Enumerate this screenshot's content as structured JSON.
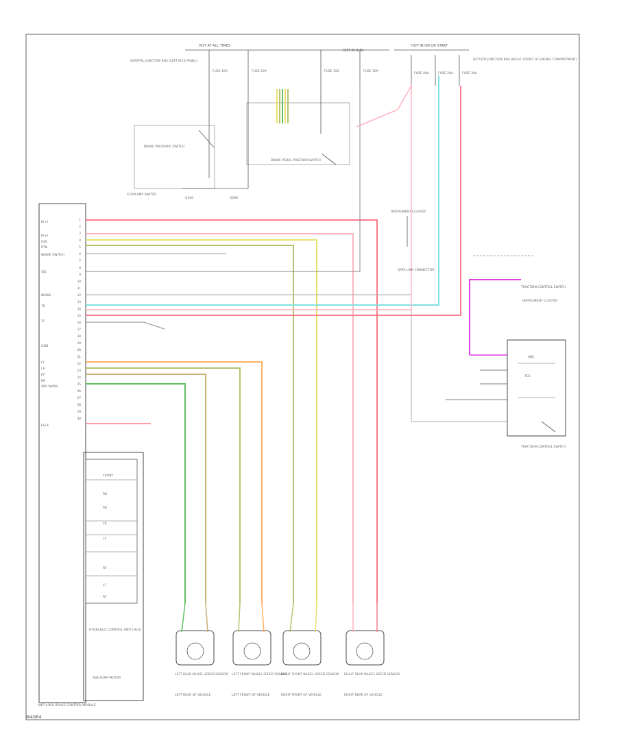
{
  "diagram": {
    "fuse_blocks": {
      "left_header": "HOT AT ALL TIMES",
      "mid_header": "HOT IN RUN",
      "right_header": "HOT IN ON OR START",
      "left_desc": "CENTRAL JUNCTION BOX (LEFT KICK PANEL)",
      "right_desc": "BATTERY JUNCTION BOX (RIGHT FRONT OF ENGINE COMPARTMENT)",
      "fuses": [
        "FUSE 10A",
        "FUSE 20A",
        "FUSE 15A",
        "FUSE 10A",
        "FUSE 40A",
        "FUSE 20A",
        "FUSE 30A"
      ]
    },
    "relays": {
      "left_relay": "BRAKE PRESSURE SWITCH",
      "mid_relay": "BRAKE PEDAL POSITION SWITCH",
      "stop_lamp_switch": "STOPLAMP SWITCH",
      "g100": "G100",
      "g200": "G200"
    },
    "abs_module": {
      "title": "ANTI-LOCK BRAKE CONTROL MODULE",
      "pin_labels": [
        "B(+)",
        "B(+)",
        "IGN",
        "RTN",
        "BRAKE SWITCH",
        "SIG",
        "BRAKE",
        "TR",
        "GND",
        "LF",
        "LR",
        "RF",
        "RR",
        "ABS WARN",
        "TC",
        "FLEX"
      ],
      "pins": [
        "1",
        "2",
        "3",
        "4",
        "5",
        "6",
        "7",
        "8",
        "9",
        "10",
        "11",
        "12",
        "13",
        "14",
        "15",
        "16",
        "17",
        "18",
        "19",
        "20",
        "21",
        "22",
        "23",
        "24",
        "25",
        "26",
        "27",
        "28",
        "29",
        "30"
      ],
      "bottom_box_items": [
        "FRONT",
        "RR",
        "RR",
        "LR",
        "LF",
        "RF",
        "LF",
        "RF"
      ],
      "bottom_box_desc": "HYDRAULIC CONTROL UNIT (HCU)",
      "motor_label": "ABS PUMP MOTOR"
    },
    "right_side": {
      "ground_label": "INSTRUMENT CLUSTER",
      "data_link": "DATA LINK CONNECTOR",
      "traction_label": "TRACTION CONTROL SWITCH",
      "cluster_label": "INSTRUMENT CLUSTER",
      "traction_desc": "TRACTION CONTROL SWITCH",
      "abs_warn": "ABS",
      "tc_label": "TCS"
    },
    "sensors": [
      {
        "label": "LEFT REAR WHEEL SPEED SENSOR",
        "desc": "LEFT REAR OF VEHICLE"
      },
      {
        "label": "LEFT FRONT WHEEL SPEED SENSOR",
        "desc": "LEFT FRONT OF VEHICLE"
      },
      {
        "label": "RIGHT FRONT WHEEL SPEED SENSOR",
        "desc": "RIGHT FRONT OF VEHICLE"
      },
      {
        "label": "RIGHT REAR WHEEL SPEED SENSOR",
        "desc": "RIGHT REAR OF VEHICLE"
      }
    ],
    "wire_colors": {
      "red": "#ff7b8a",
      "pink": "#ffb3c1",
      "yellow": "#e8e070",
      "olive": "#b8c070",
      "orange": "#ffb060",
      "green": "#60c060",
      "cyan": "#80e0e0",
      "magenta": "#e040e0",
      "gray": "#999999"
    },
    "footer": "W4GR4"
  }
}
